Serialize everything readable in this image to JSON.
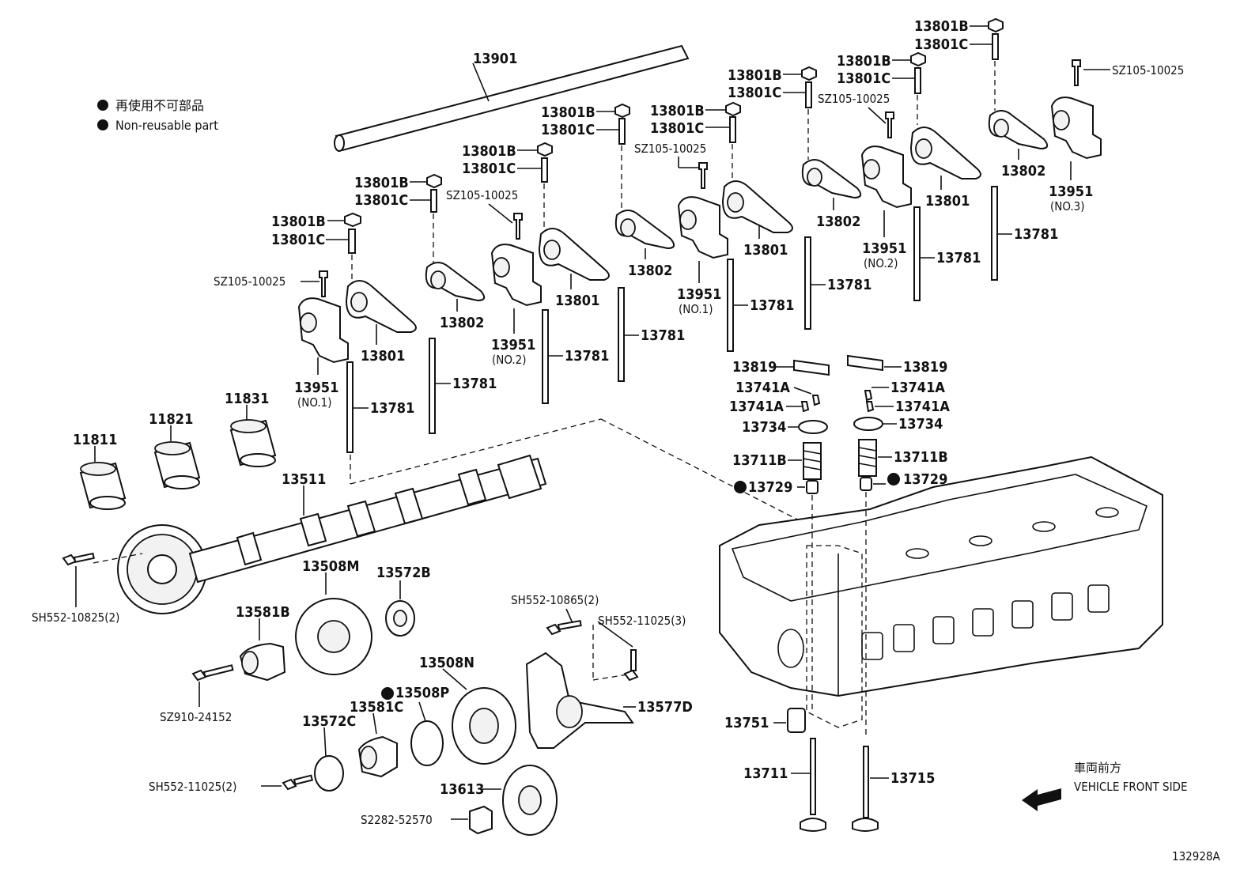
{
  "legend": {
    "jp": "再使用不可部品",
    "en": "Non-reusable part"
  },
  "direction": {
    "jp": "車両前方",
    "en": "VEHICLE FRONT SIDE"
  },
  "illustration_id": "132928A",
  "labels": {
    "shaft": "13901",
    "nut_b": "13801B",
    "stud_c": "13801C",
    "bolt_sz105": "SZ105-10025",
    "arm_13801": "13801",
    "arm_13802": "13802",
    "support": "13951",
    "no1": "(NO.1)",
    "no2": "(NO.2)",
    "no3": "(NO.3)",
    "pushrod": "13781",
    "bearing_11811": "11811",
    "bearing_11821": "11821",
    "bearing_11831": "11831",
    "camshaft": "13511",
    "bolt_sh552_10825": "SH552-10825(2)",
    "gear_13508M": "13508M",
    "plate_13572B": "13572B",
    "shaft_13581B": "13581B",
    "bolt_sz910": "SZ910-24152",
    "gear_13508N": "13508N",
    "ring_13508P": "13508P",
    "shaft_13581C": "13581C",
    "plate_13572C": "13572C",
    "bolt_sh552_11025_2": "SH552-11025(2)",
    "gear_13613": "13613",
    "bolt_s2282": "S2282-52570",
    "bolt_sh552_10865": "SH552-10865(2)",
    "bolt_sh552_11025_3": "SH552-11025(3)",
    "bracket_13577D": "13577D",
    "cap_13819": "13819",
    "key_13741A": "13741A",
    "retainer_13734": "13734",
    "spring_13711B": "13711B",
    "seal_13729": "13729",
    "guide_13751": "13751",
    "valve_in": "13711",
    "valve_ex": "13715"
  }
}
